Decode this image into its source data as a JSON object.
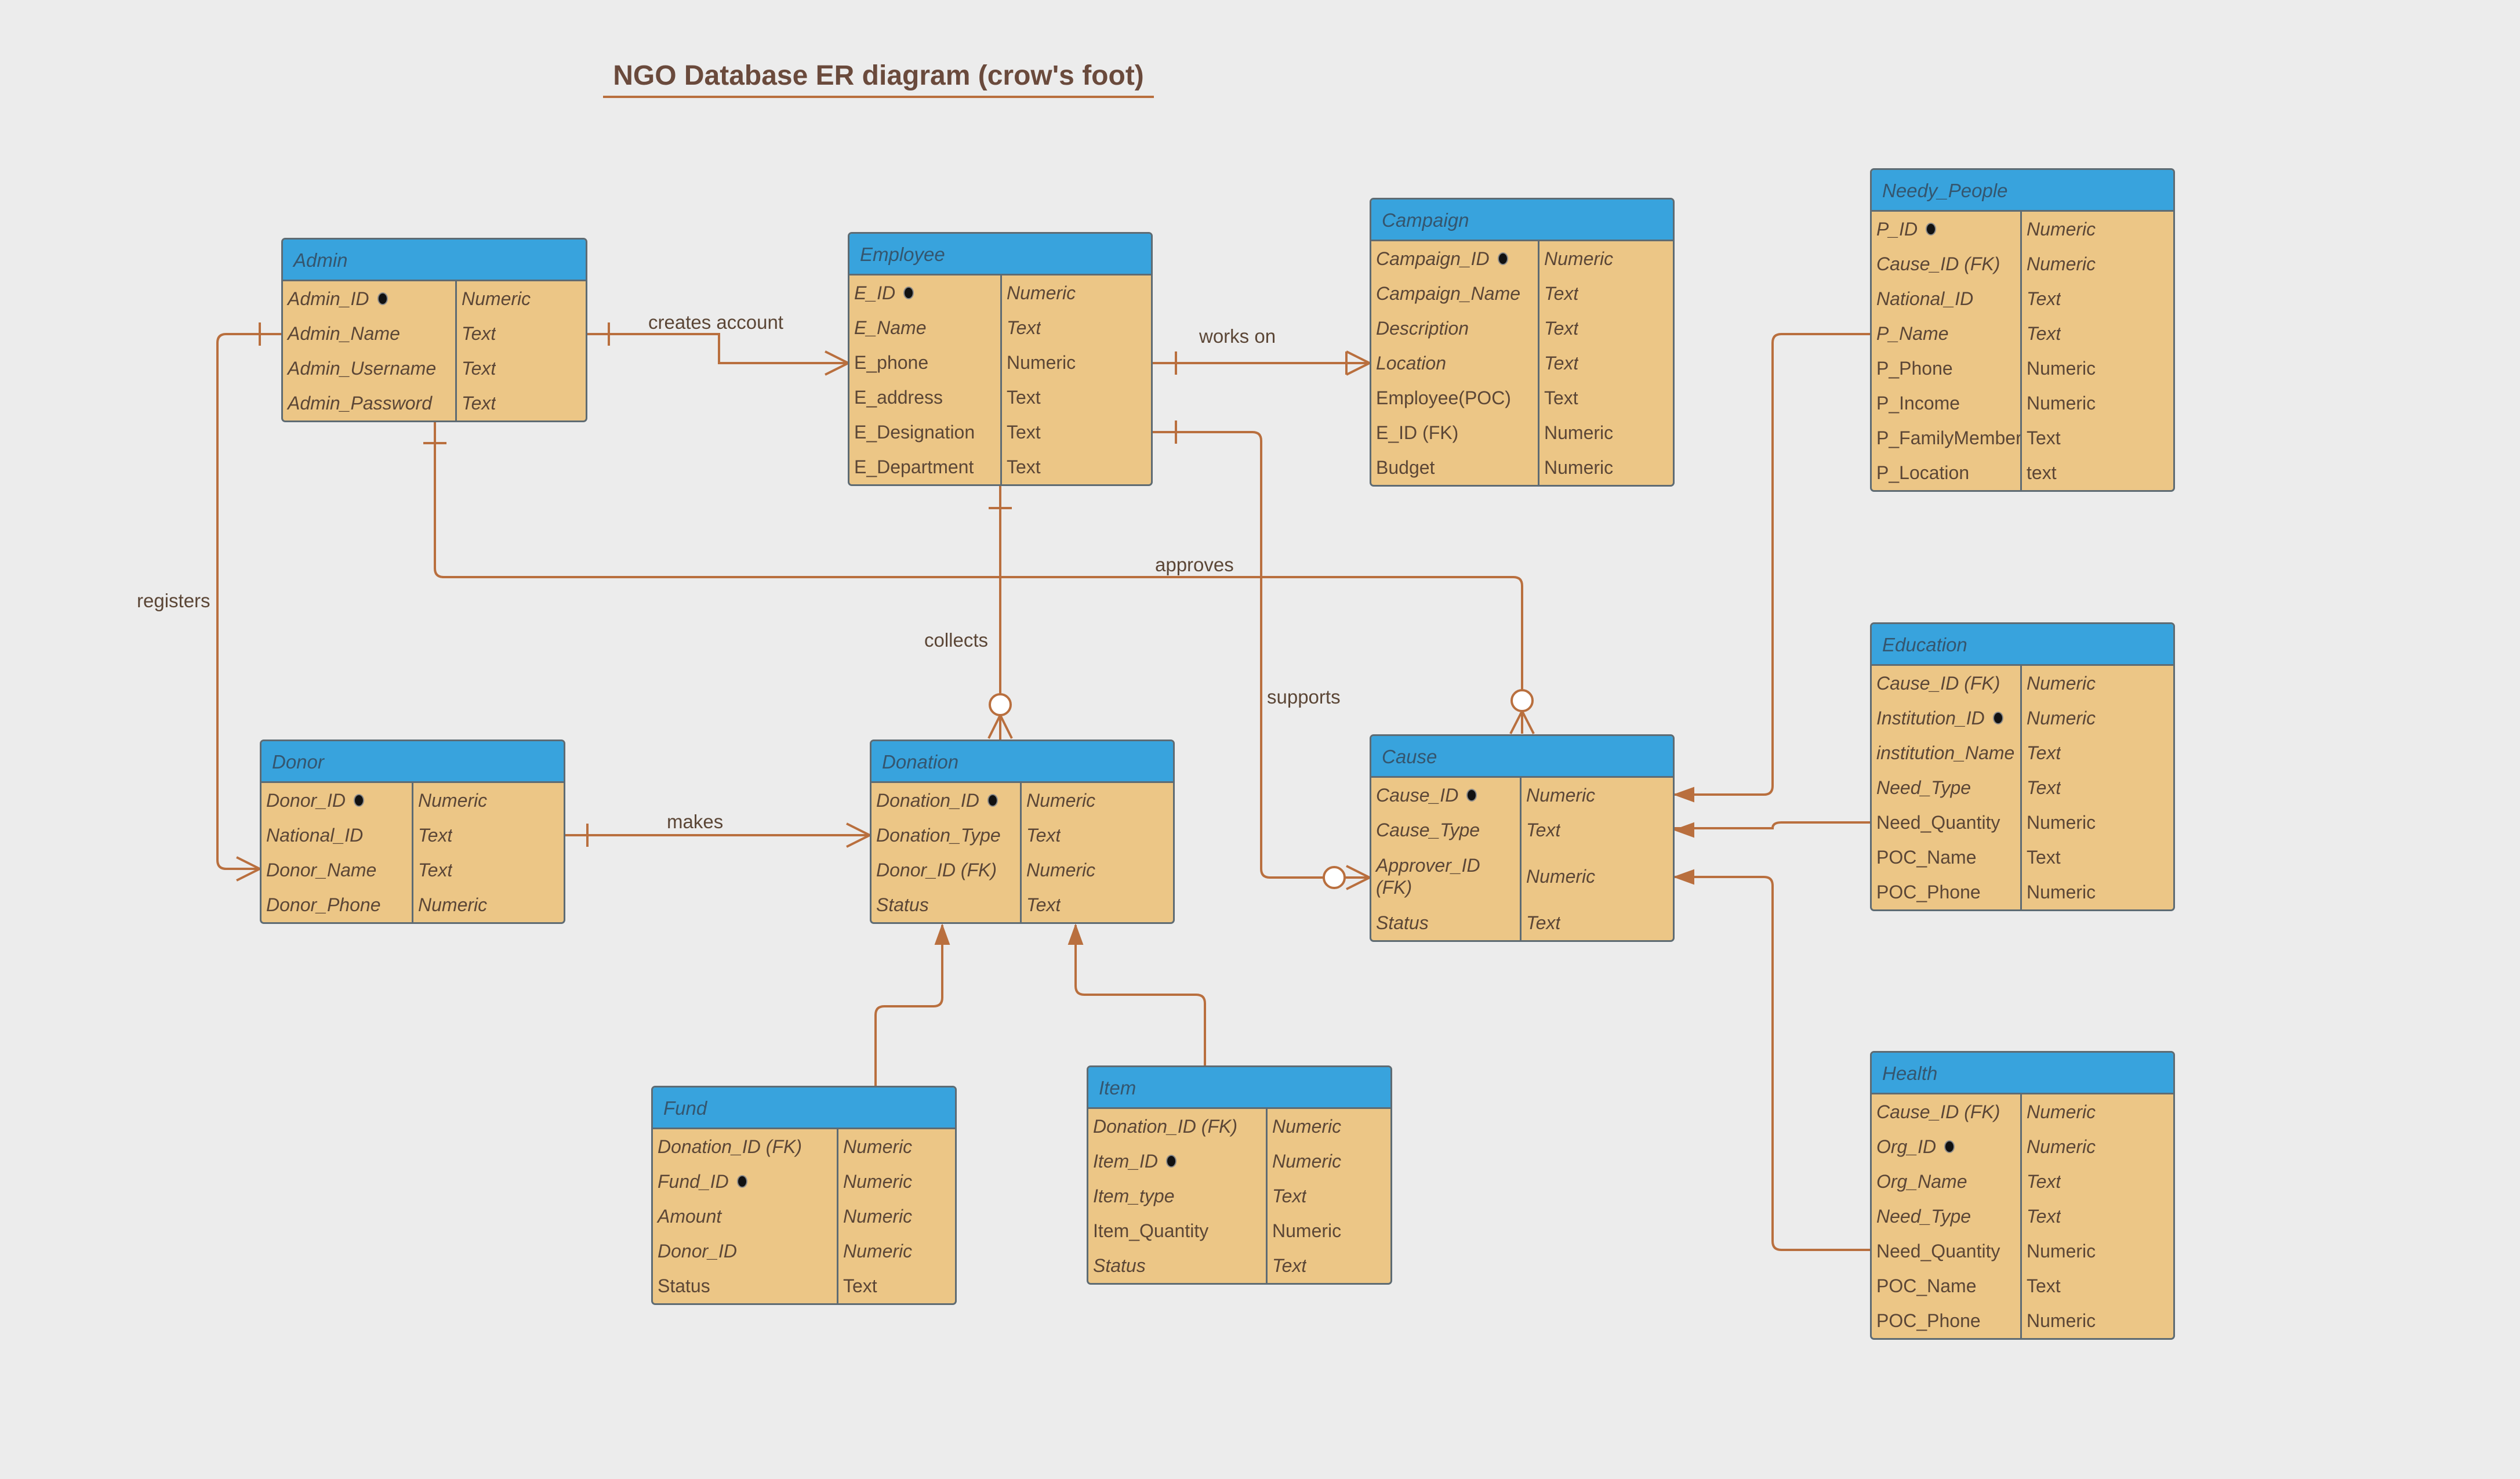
{
  "title": "NGO Database ER diagram (crow's foot)",
  "entities": {
    "admin": {
      "name": "Admin",
      "attrs": [
        {
          "name": "Admin_ID",
          "type": "Numeric",
          "key": true,
          "italic": true
        },
        {
          "name": "Admin_Name",
          "type": "Text",
          "italic": true
        },
        {
          "name": "Admin_Username",
          "type": "Text",
          "italic": true
        },
        {
          "name": "Admin_Password",
          "type": "Text",
          "italic": true
        }
      ]
    },
    "employee": {
      "name": "Employee",
      "attrs": [
        {
          "name": "E_ID",
          "type": "Numeric",
          "key": true,
          "italic": true
        },
        {
          "name": "E_Name",
          "type": "Text",
          "italic": true
        },
        {
          "name": "E_phone",
          "type": "Numeric"
        },
        {
          "name": "E_address",
          "type": "Text"
        },
        {
          "name": "E_Designation",
          "type": "Text"
        },
        {
          "name": "E_Department",
          "type": "Text"
        }
      ]
    },
    "campaign": {
      "name": "Campaign",
      "attrs": [
        {
          "name": "Campaign_ID",
          "type": "Numeric",
          "key": true,
          "italic": true
        },
        {
          "name": "Campaign_Name",
          "type": "Text",
          "italic": true
        },
        {
          "name": "Description",
          "type": "Text",
          "italic": true
        },
        {
          "name": "Location",
          "type": "Text",
          "italic": true
        },
        {
          "name": "Employee(POC)",
          "type": "Text"
        },
        {
          "name": "E_ID (FK)",
          "type": "Numeric"
        },
        {
          "name": "Budget",
          "type": "Numeric"
        }
      ]
    },
    "needy_people": {
      "name": "Needy_People",
      "attrs": [
        {
          "name": "P_ID",
          "type": "Numeric",
          "key": true,
          "italic": true
        },
        {
          "name": "Cause_ID (FK)",
          "type": "Numeric",
          "italic": true
        },
        {
          "name": "National_ID",
          "type": "Text",
          "italic": true
        },
        {
          "name": "P_Name",
          "type": "Text",
          "italic": true
        },
        {
          "name": "P_Phone",
          "type": "Numeric"
        },
        {
          "name": "P_Income",
          "type": "Numeric"
        },
        {
          "name": "P_FamilyMember",
          "type": "Text"
        },
        {
          "name": "P_Location",
          "type": "text"
        }
      ]
    },
    "education": {
      "name": "Education",
      "attrs": [
        {
          "name": "Cause_ID (FK)",
          "type": "Numeric",
          "italic": true
        },
        {
          "name": "Institution_ID",
          "type": "Numeric",
          "key": true,
          "italic": true
        },
        {
          "name": "institution_Name",
          "type": "Text",
          "italic": true
        },
        {
          "name": "Need_Type",
          "type": "Text",
          "italic": true
        },
        {
          "name": "Need_Quantity",
          "type": "Numeric"
        },
        {
          "name": "POC_Name",
          "type": "Text"
        },
        {
          "name": "POC_Phone",
          "type": "Numeric"
        }
      ]
    },
    "health": {
      "name": "Health",
      "attrs": [
        {
          "name": "Cause_ID (FK)",
          "type": "Numeric",
          "italic": true
        },
        {
          "name": "Org_ID",
          "type": "Numeric",
          "key": true,
          "italic": true
        },
        {
          "name": "Org_Name",
          "type": "Text",
          "italic": true
        },
        {
          "name": "Need_Type",
          "type": "Text",
          "italic": true
        },
        {
          "name": "Need_Quantity",
          "type": "Numeric"
        },
        {
          "name": "POC_Name",
          "type": "Text"
        },
        {
          "name": "POC_Phone",
          "type": "Numeric"
        }
      ]
    },
    "donor": {
      "name": "Donor",
      "attrs": [
        {
          "name": "Donor_ID",
          "type": "Numeric",
          "key": true,
          "italic": true
        },
        {
          "name": "National_ID",
          "type": "Text",
          "italic": true
        },
        {
          "name": "Donor_Name",
          "type": "Text",
          "italic": true
        },
        {
          "name": "Donor_Phone",
          "type": "Numeric",
          "italic": true
        }
      ]
    },
    "donation": {
      "name": "Donation",
      "attrs": [
        {
          "name": "Donation_ID",
          "type": "Numeric",
          "key": true,
          "italic": true
        },
        {
          "name": "Donation_Type",
          "type": "Text",
          "italic": true
        },
        {
          "name": "Donor_ID (FK)",
          "type": "Numeric",
          "italic": true
        },
        {
          "name": "Status",
          "type": "Text",
          "italic": true
        }
      ]
    },
    "cause": {
      "name": "Cause",
      "attrs": [
        {
          "name": "Cause_ID",
          "type": "Numeric",
          "key": true,
          "italic": true
        },
        {
          "name": "Cause_Type",
          "type": "Text",
          "italic": true
        },
        {
          "name": "Approver_ID (FK)",
          "type": "Numeric",
          "italic": true,
          "tall": true
        },
        {
          "name": "Status",
          "type": "Text",
          "italic": true
        }
      ]
    },
    "fund": {
      "name": "Fund",
      "attrs": [
        {
          "name": "Donation_ID (FK)",
          "type": "Numeric",
          "italic": true
        },
        {
          "name": "Fund_ID",
          "type": "Numeric",
          "key": true,
          "italic": true
        },
        {
          "name": "Amount",
          "type": "Numeric",
          "italic": true
        },
        {
          "name": "Donor_ID",
          "type": "Numeric",
          "italic": true
        },
        {
          "name": "Status",
          "type": "Text"
        }
      ]
    },
    "item": {
      "name": "Item",
      "attrs": [
        {
          "name": "Donation_ID (FK)",
          "type": "Numeric",
          "italic": true
        },
        {
          "name": "Item_ID",
          "type": "Numeric",
          "key": true,
          "italic": true
        },
        {
          "name": "Item_type",
          "type": "Text",
          "italic": true
        },
        {
          "name": "Item_Quantity",
          "type": "Numeric"
        },
        {
          "name": "Status",
          "type": "Text",
          "italic": true
        }
      ]
    }
  },
  "relationships": {
    "creates_account": "creates account",
    "works_on": "works on",
    "approves": "approves",
    "registers": "registers",
    "collects": "collects",
    "supports": "supports",
    "makes": "makes"
  },
  "colors": {
    "header": "#38a3dd",
    "body": "#ecc686",
    "connector": "#b96f3e",
    "background": "#ececec"
  }
}
